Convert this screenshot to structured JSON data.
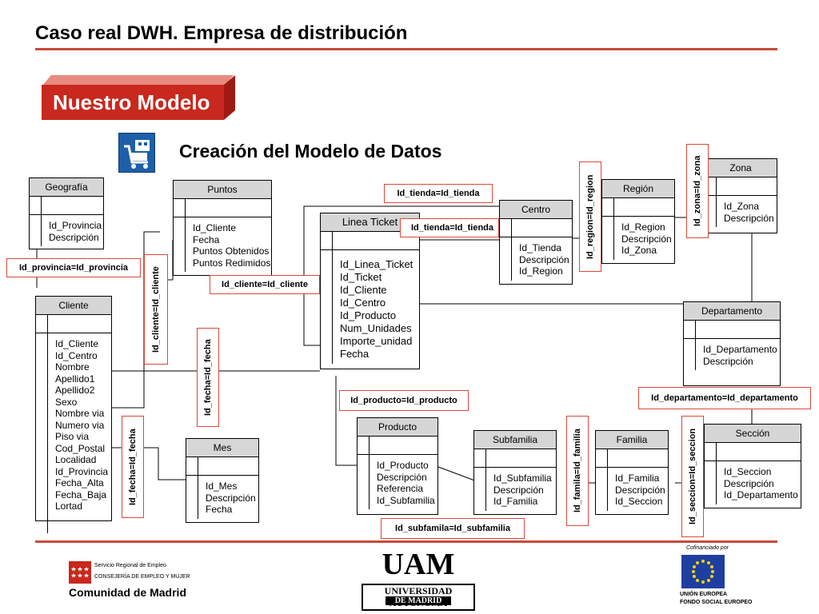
{
  "header": {
    "title": "Caso real DWH. Empresa de distribución",
    "banner": "Nuestro Modelo",
    "subtitle": "Creación del Modelo de Datos"
  },
  "entities": {
    "geografia": {
      "name": "Geografía",
      "fields": [
        "Id_Provincia",
        "Descripción"
      ]
    },
    "puntos": {
      "name": "Puntos",
      "fields": [
        "Id_Cliente",
        "Fecha",
        "Puntos Obtenidos",
        "Puntos Redimidos"
      ]
    },
    "cliente": {
      "name": "Cliente",
      "fields": [
        "Id_Cliente",
        "Id_Centro",
        "Nombre",
        "Apellido1",
        "Apellido2",
        "Sexo",
        "Nombre via",
        "Numero via",
        "Piso via",
        "Cod_Postal",
        "Localidad",
        "Id_Provincia",
        "Fecha_Alta",
        "Fecha_Baja",
        "Lortad"
      ]
    },
    "mes": {
      "name": "Mes",
      "fields": [
        "Id_Mes",
        "Descripción",
        "Fecha"
      ]
    },
    "linea_ticket": {
      "name": "Linea Ticket",
      "fields": [
        "Id_Linea_Ticket",
        "Id_Ticket",
        "Id_Cliente",
        "Id_Centro",
        "Id_Producto",
        "Num_Unidades",
        "Importe_unidad",
        "Fecha"
      ]
    },
    "centro": {
      "name": "Centro",
      "fields": [
        "Id_Tienda",
        "Descripción",
        "Id_Region"
      ]
    },
    "region": {
      "name": "Región",
      "fields": [
        "Id_Region",
        "Descripción",
        "Id_Zona"
      ]
    },
    "zona": {
      "name": "Zona",
      "fields": [
        "Id_Zona",
        "Descripción"
      ]
    },
    "departamento": {
      "name": "Departamento",
      "fields": [
        "Id_Departamento",
        "Descripción"
      ]
    },
    "producto": {
      "name": "Producto",
      "fields": [
        "Id_Producto",
        "Descripción",
        "Referencia",
        "Id_Subfamilia"
      ]
    },
    "subfamilia": {
      "name": "Subfamilia",
      "fields": [
        "Id_Subfamilia",
        "Descripción",
        "Id_Familia"
      ]
    },
    "familia": {
      "name": "Familia",
      "fields": [
        "Id_Familia",
        "Descripción",
        "Id_Seccion"
      ]
    },
    "seccion": {
      "name": "Sección",
      "fields": [
        "Id_Seccion",
        "Descripción",
        "Id_Departamento"
      ]
    }
  },
  "relations": {
    "provincia": "Id_provincia=Id_provincia",
    "cliente_v": "Id_cliente=Id_cliente",
    "cliente_h": "Id_cliente=Id_cliente",
    "fecha_v1": "Id_fecha=Id_fecha",
    "fecha_v2": "Id_fecha=Id_fecha",
    "tienda1": "Id_tienda=Id_tienda",
    "tienda2": "Id_tienda=Id_tienda",
    "region": "Id_region=Id_region",
    "zona": "Id_zona=Id_zona",
    "producto": "Id_producto=Id_producto",
    "subfamilia": "Id_subfamila=Id_subfamilia",
    "familia": "Id_famila=Id_familia",
    "seccion": "Id_seccion=Id_seccion",
    "departamento": "Id_departamento=Id_departamento"
  },
  "footer": {
    "madrid_small1": "Servicio Regional de Empleo",
    "madrid_small2": "CONSEJERÍA DE EMPLEO Y MUJER",
    "madrid_big": "Comunidad de Madrid",
    "uam_letters": "UAM",
    "uam_line1": "UNIVERSIDAD AUTONOMA",
    "uam_line2": "DE MADRID",
    "eu_small": "Cofinanciado por",
    "eu_line1": "UNIÓN EUROPEA",
    "eu_line2": "FONDO SOCIAL EUROPEO"
  },
  "colors": {
    "accent": "#c84a3a",
    "banner": "#c8281e",
    "relation_border": "#d94a3a",
    "entity_header": "#d6d6d6"
  },
  "icons": [
    "cart-store-icon",
    "madrid-flag-icon",
    "eu-flag-icon"
  ]
}
